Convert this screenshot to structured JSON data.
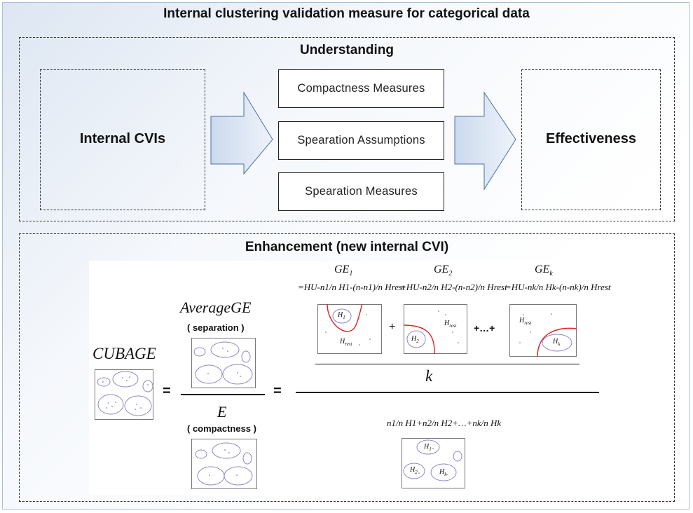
{
  "title": "Internal clustering validation measure for categorical data",
  "understanding": {
    "title": "Understanding",
    "left_label": "Internal CVIs",
    "measures": [
      "Compactness Measures",
      "Spearation Assumptions",
      "Spearation Measures"
    ],
    "right_label": "Effectiveness"
  },
  "enhancement": {
    "title": "Enhancement (new internal CVI)",
    "cubage": "CUBAGE",
    "average_ge": "AverageGE",
    "separation": "( separation )",
    "e_label": "E",
    "compactness": "( compactness )",
    "equals": "=",
    "k": "k",
    "ge1": "GE",
    "ge1_sub": "1",
    "ge2": "GE",
    "ge2_sub": "2",
    "gek": "GE",
    "gek_sub": "k",
    "plus": "+",
    "plus_dots": "+…+",
    "formula_ge1": "=HU-n1/n H1-(n-n1)/n Hrest",
    "formula_ge2": "=HU-n2/n H2-(n-n2)/n Hrest",
    "formula_gek": "=HU-nk/n Hk-(n-nk)/n Hrest",
    "formula_e": "n1/n H1+n2/n H2+…+nk/n Hk",
    "h1": "H",
    "h1_sub": "1",
    "h2": "H",
    "h2_sub": "2",
    "hk": "H",
    "hk_sub": "k",
    "hrest": "H",
    "hrest_sub": "rest"
  },
  "colors": {
    "arrow_fill": "#dbe6f4",
    "arrow_stroke": "#4a6fa0",
    "ellipse": "#8e86c9",
    "curve": "#e02020",
    "dot": "#5060b0"
  }
}
